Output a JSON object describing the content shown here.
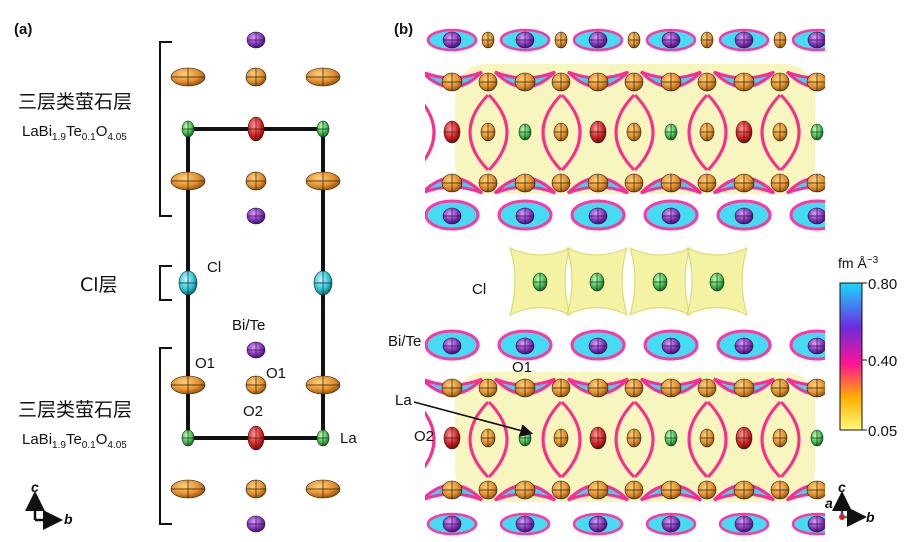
{
  "panel_a": {
    "label": "(a)",
    "top_layer_title": "三层类萤石层",
    "bottom_layer_title": "三层类萤石层",
    "formula": {
      "p1": "LaBi",
      "s1": "1.9",
      "p2": "Te",
      "s2": "0.1",
      "p3": "O",
      "s3": "4.05"
    },
    "cl_layer": "Cl层",
    "atoms": {
      "cl": "Cl",
      "bite": "Bi/Te",
      "o1_left": "O1",
      "o1_mid": "O1",
      "o2": "O2",
      "la": "La"
    },
    "axes": {
      "c": "c",
      "b": "b"
    }
  },
  "panel_b": {
    "label": "(b)",
    "atoms": {
      "cl": "Cl",
      "bite": "Bi/Te",
      "o1": "O1",
      "la": "La",
      "o2": "O2"
    },
    "colorbar": {
      "unit": "fm Å",
      "exp": "−3",
      "ticks": [
        "0.80",
        "0.40",
        "0.05"
      ],
      "stops": [
        "#1ad9ff",
        "#6a2ce0",
        "#ff1493",
        "#ffb000",
        "#fffb7a"
      ]
    },
    "axes": {
      "c": "c",
      "a": "a",
      "b": "b"
    }
  },
  "colors": {
    "orange_atom": "#e5902a",
    "purple_atom": "#8a2fc4",
    "red_atom": "#d82020",
    "green_atom": "#3fc34f",
    "cyan_atom": "#2ac7d8",
    "isosurface_yellow": "#f2f29a",
    "isosurface_cyan": "#23d6f0"
  }
}
